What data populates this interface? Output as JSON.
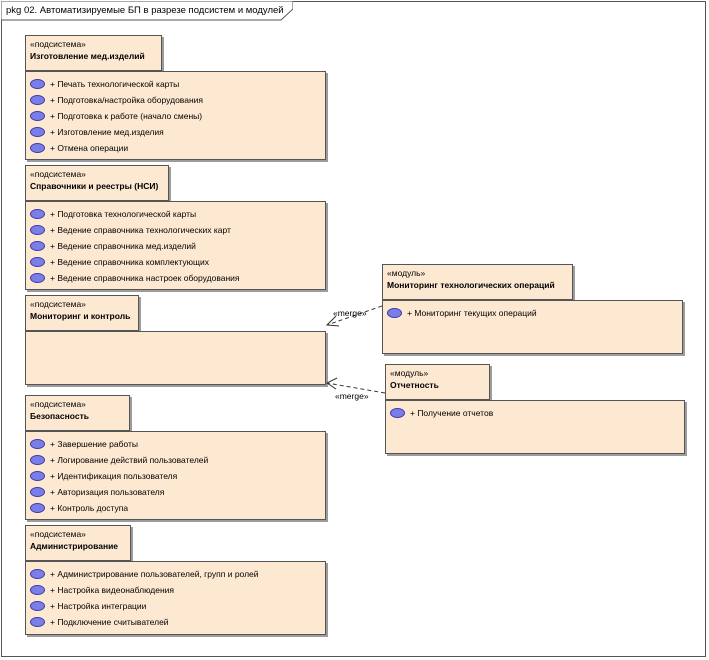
{
  "frame": {
    "title": "pkg 02. Автоматизируемые БП в разрезе подсистем и модулей"
  },
  "subsystems": [
    {
      "stereotype": "«подсистема»",
      "name": "Изготовление мед.изделий",
      "items": [
        "+ Печать технологической карты",
        "+ Подготовка/настройка оборудования",
        "+ Подготовка к работе (начало смены)",
        "+ Изготовление мед.изделия",
        "+ Отмена операции"
      ]
    },
    {
      "stereotype": "«подсистема»",
      "name": "Справочники и реестры (НСИ)",
      "items": [
        "+ Подготовка технологической карты",
        "+ Ведение справочника технологических карт",
        "+ Ведение справочника мед.изделий",
        "+ Ведение справочника комплектующих",
        "+ Ведение справочника настроек оборудования"
      ]
    },
    {
      "stereotype": "«подсистема»",
      "name": "Мониторинг и контроль",
      "items": []
    },
    {
      "stereotype": "«подсистема»",
      "name": "Безопасность",
      "items": [
        "+ Завершение работы",
        "+ Логирование действий пользователей",
        "+ Идентификация пользователя",
        "+ Авторизация пользователя",
        "+ Контроль доступа"
      ]
    },
    {
      "stereotype": "«подсистема»",
      "name": "Администрирование",
      "items": [
        "+ Администрирование пользователей, групп и ролей",
        "+ Настройка видеонаблюдения",
        "+ Настройка интеграции",
        "+ Подключение считывателей"
      ]
    }
  ],
  "modules": [
    {
      "stereotype": "«модуль»",
      "name": "Мониторинг технологических операций",
      "items": [
        "+ Мониторинг текущих операций"
      ]
    },
    {
      "stereotype": "«модуль»",
      "name": "Отчетность",
      "items": [
        "+ Получение отчетов"
      ]
    }
  ],
  "connectors": [
    {
      "label": "«merge»"
    },
    {
      "label": "«merge»"
    }
  ]
}
